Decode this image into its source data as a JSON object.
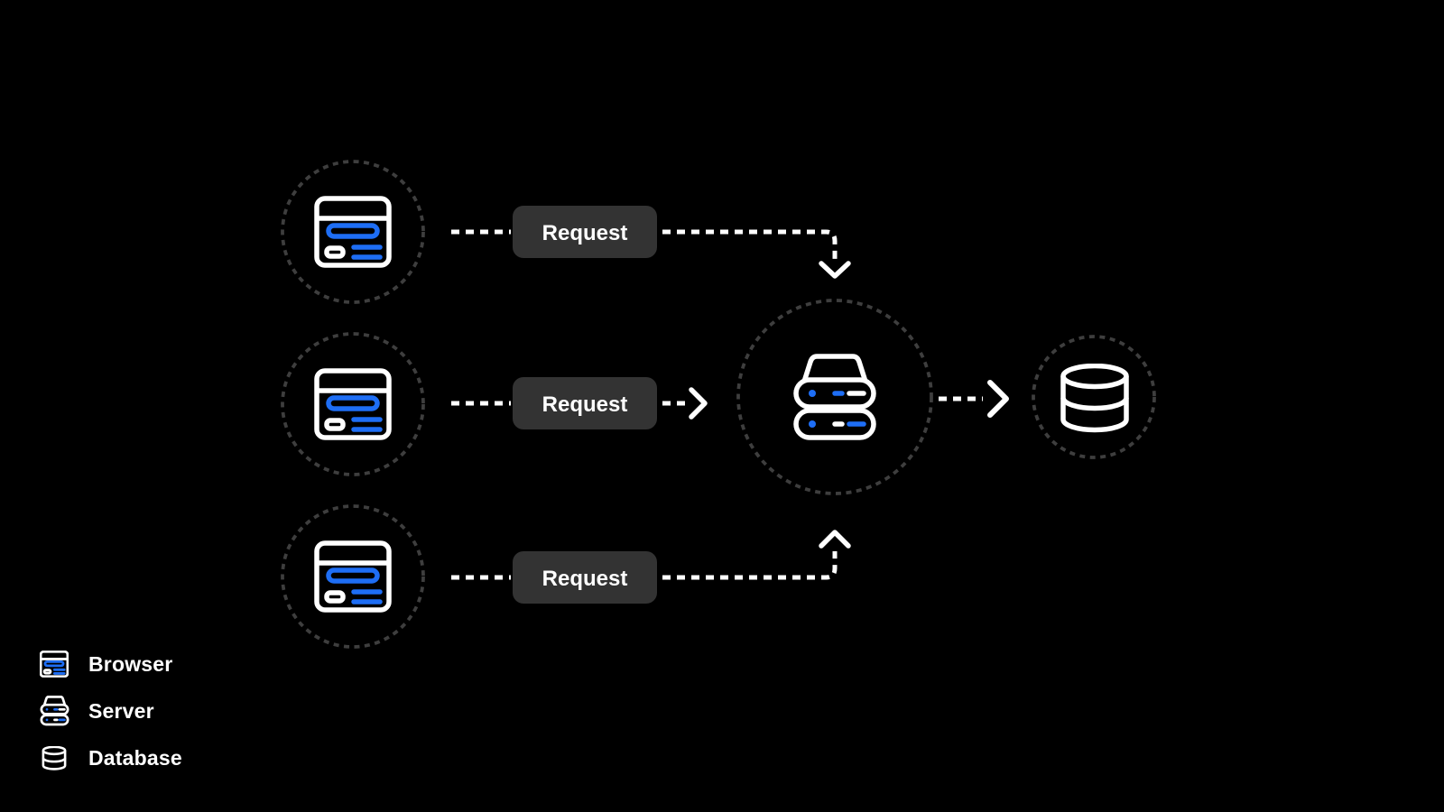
{
  "diagram": {
    "rows": [
      {
        "request_label": "Request"
      },
      {
        "request_label": "Request"
      },
      {
        "request_label": "Request"
      }
    ],
    "nodes": {
      "clients": [
        "browser",
        "browser",
        "browser"
      ],
      "middle": "server",
      "end": "database"
    }
  },
  "legend": {
    "items": [
      {
        "icon": "browser-icon",
        "label": "Browser"
      },
      {
        "icon": "server-icon",
        "label": "Server"
      },
      {
        "icon": "database-icon",
        "label": "Database"
      }
    ]
  },
  "colors": {
    "background": "#000000",
    "accent_blue": "#1e6ef5",
    "icon_stroke": "#ffffff",
    "dashed_circle": "#3e3e3e",
    "request_box_bg": "#333333",
    "arrow": "#ffffff",
    "text": "#ffffff"
  }
}
